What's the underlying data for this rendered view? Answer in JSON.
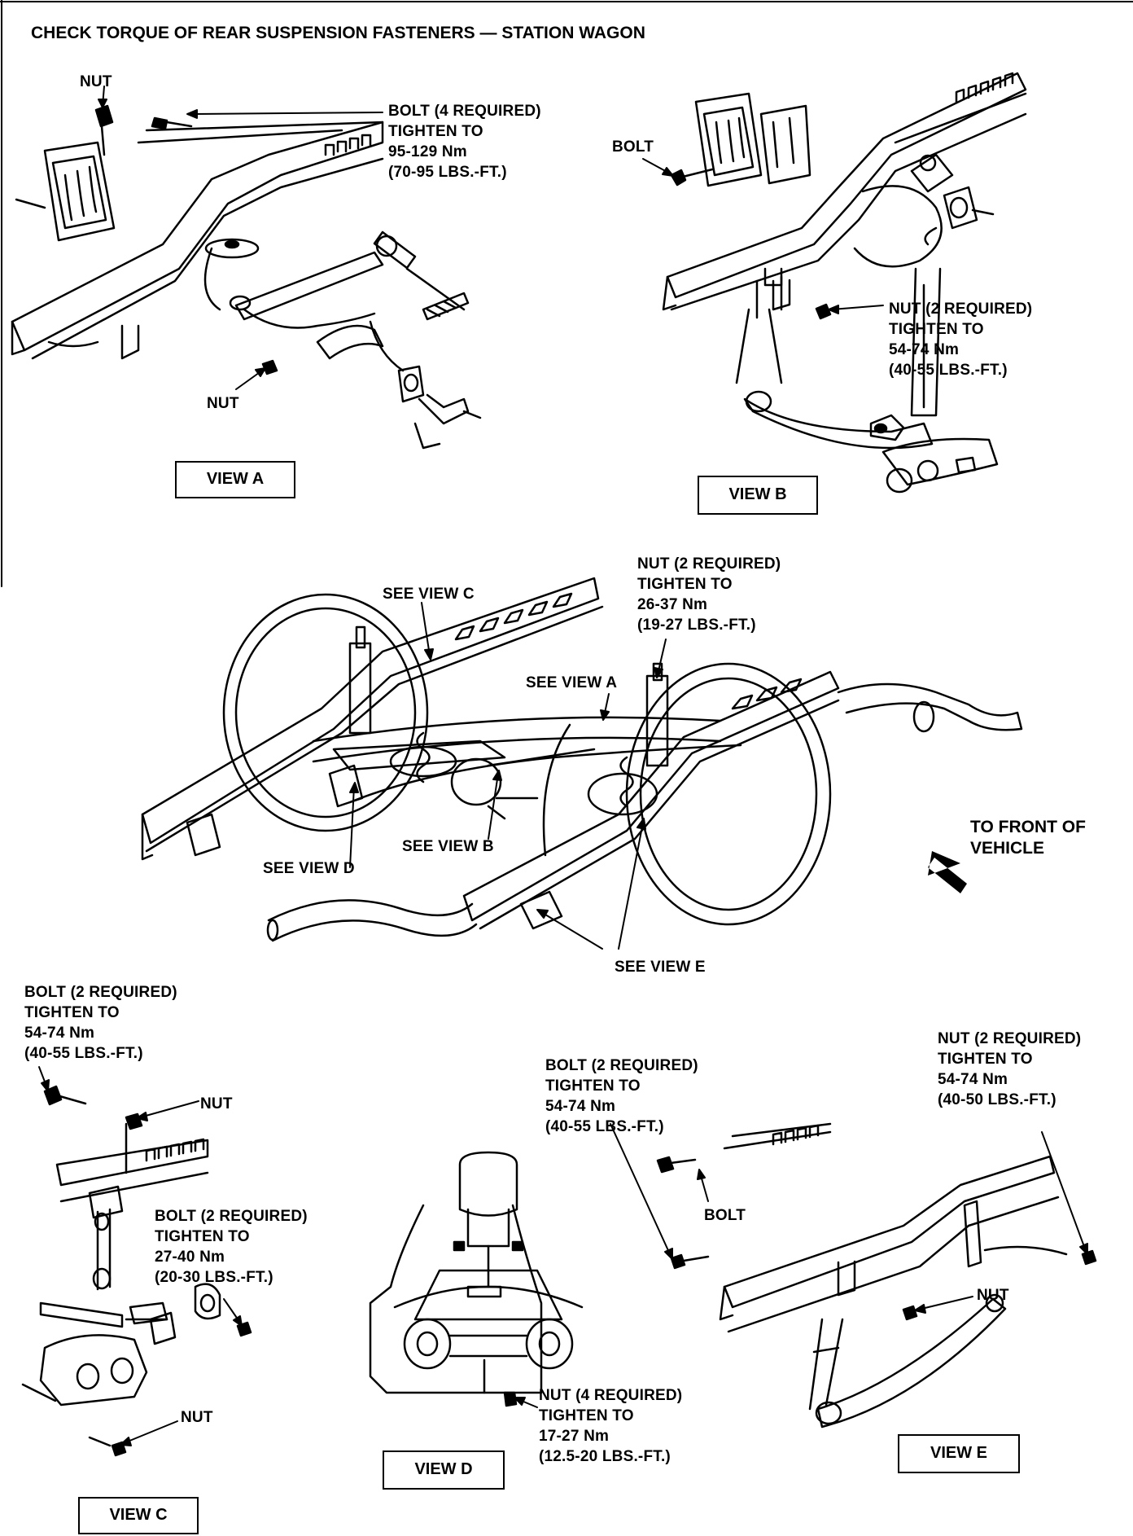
{
  "title": "CHECK TORQUE OF REAR SUSPENSION\nFASTENERS — STATION WAGON",
  "views": {
    "a": "VIEW A",
    "b": "VIEW B",
    "c": "VIEW C",
    "d": "VIEW D",
    "e": "VIEW E"
  },
  "view_a": {
    "nut_top": "NUT",
    "bolt": "BOLT (4 REQUIRED)\nTIGHTEN TO\n95-129 Nm\n(70-95 LBS.-FT.)",
    "nut_bottom": "NUT"
  },
  "view_b": {
    "bolt": "BOLT",
    "nut": "NUT (2 REQUIRED)\nTIGHTEN TO\n54-74 Nm\n(40-55 LBS.-FT.)"
  },
  "main": {
    "nut": "NUT (2 REQUIRED)\nTIGHTEN TO\n26-37 Nm\n(19-27 LBS.-FT.)",
    "see_c": "SEE VIEW C",
    "see_a": "SEE VIEW A",
    "see_b": "SEE VIEW B",
    "see_d": "SEE VIEW D",
    "see_e": "SEE VIEW E",
    "front": "TO FRONT\nOF VEHICLE"
  },
  "view_c": {
    "bolt_top": "BOLT (2 REQUIRED)\nTIGHTEN TO\n54-74 Nm\n(40-55 LBS.-FT.)",
    "nut_top": "NUT",
    "bolt_mid": "BOLT (2 REQUIRED)\nTIGHTEN TO\n27-40 Nm\n(20-30 LBS.-FT.)",
    "nut_bottom": "NUT"
  },
  "view_d": {
    "nut": "NUT (4 REQUIRED)\nTIGHTEN TO\n17-27 Nm\n(12.5-20 LBS.-FT.)"
  },
  "view_e": {
    "bolt_long": "BOLT (2 REQUIRED)\nTIGHTEN TO\n54-74 Nm\n(40-55 LBS.-FT.)",
    "bolt": "BOLT",
    "nut_top": "NUT (2 REQUIRED)\nTIGHTEN TO\n54-74 Nm\n(40-50 LBS.-FT.)",
    "nut": "NUT"
  }
}
